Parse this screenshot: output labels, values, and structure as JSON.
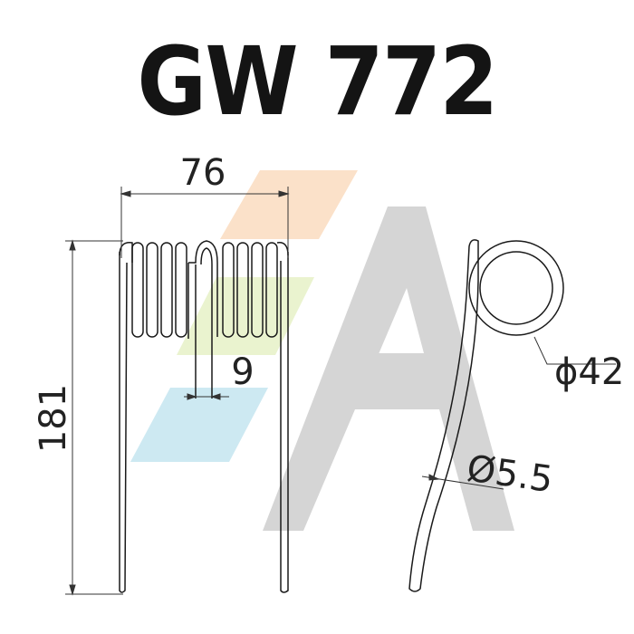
{
  "title": "GW 772",
  "dimensions": {
    "overall_width": "76",
    "gap": "9",
    "height": "181",
    "coil_diameter": "ϕ42",
    "wire_diameter": "Ø5.5"
  },
  "colors": {
    "line": "#1a1a1a",
    "dimension_line": "#333333",
    "watermark_gray": "#d5d5d5",
    "watermark_orange": "#fbe1c9",
    "watermark_yellow_green": "#eaf3cf",
    "watermark_blue": "#cde9f2"
  }
}
